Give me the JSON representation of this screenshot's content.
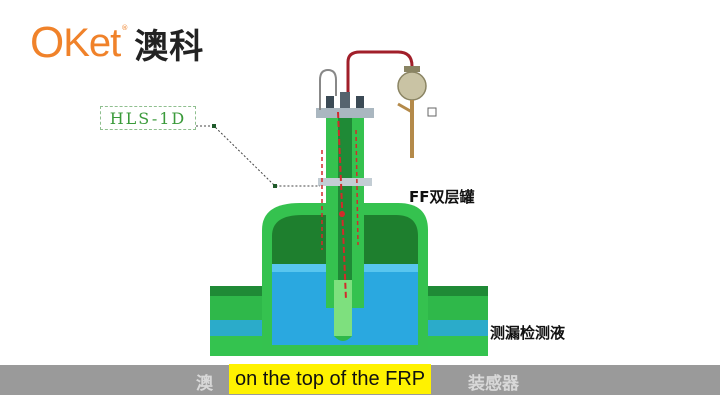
{
  "logo": {
    "brand_latin_o": "O",
    "brand_latin_rest": "Ket",
    "trademark": "®",
    "brand_cn": "澳科"
  },
  "labels": {
    "sensor_model": "HLS-1D",
    "tank_type": "FF双层罐",
    "leak_liquid": "测漏检测液"
  },
  "subtitle": {
    "text": "on the top of the FRP",
    "ghost_left": "澳",
    "ghost_right": "装感器"
  },
  "colors": {
    "brand_orange": "#f0822a",
    "tank_green": "#2fb84a",
    "liquid_blue": "#2aa8e0",
    "subtitle_highlight": "#fff200"
  }
}
